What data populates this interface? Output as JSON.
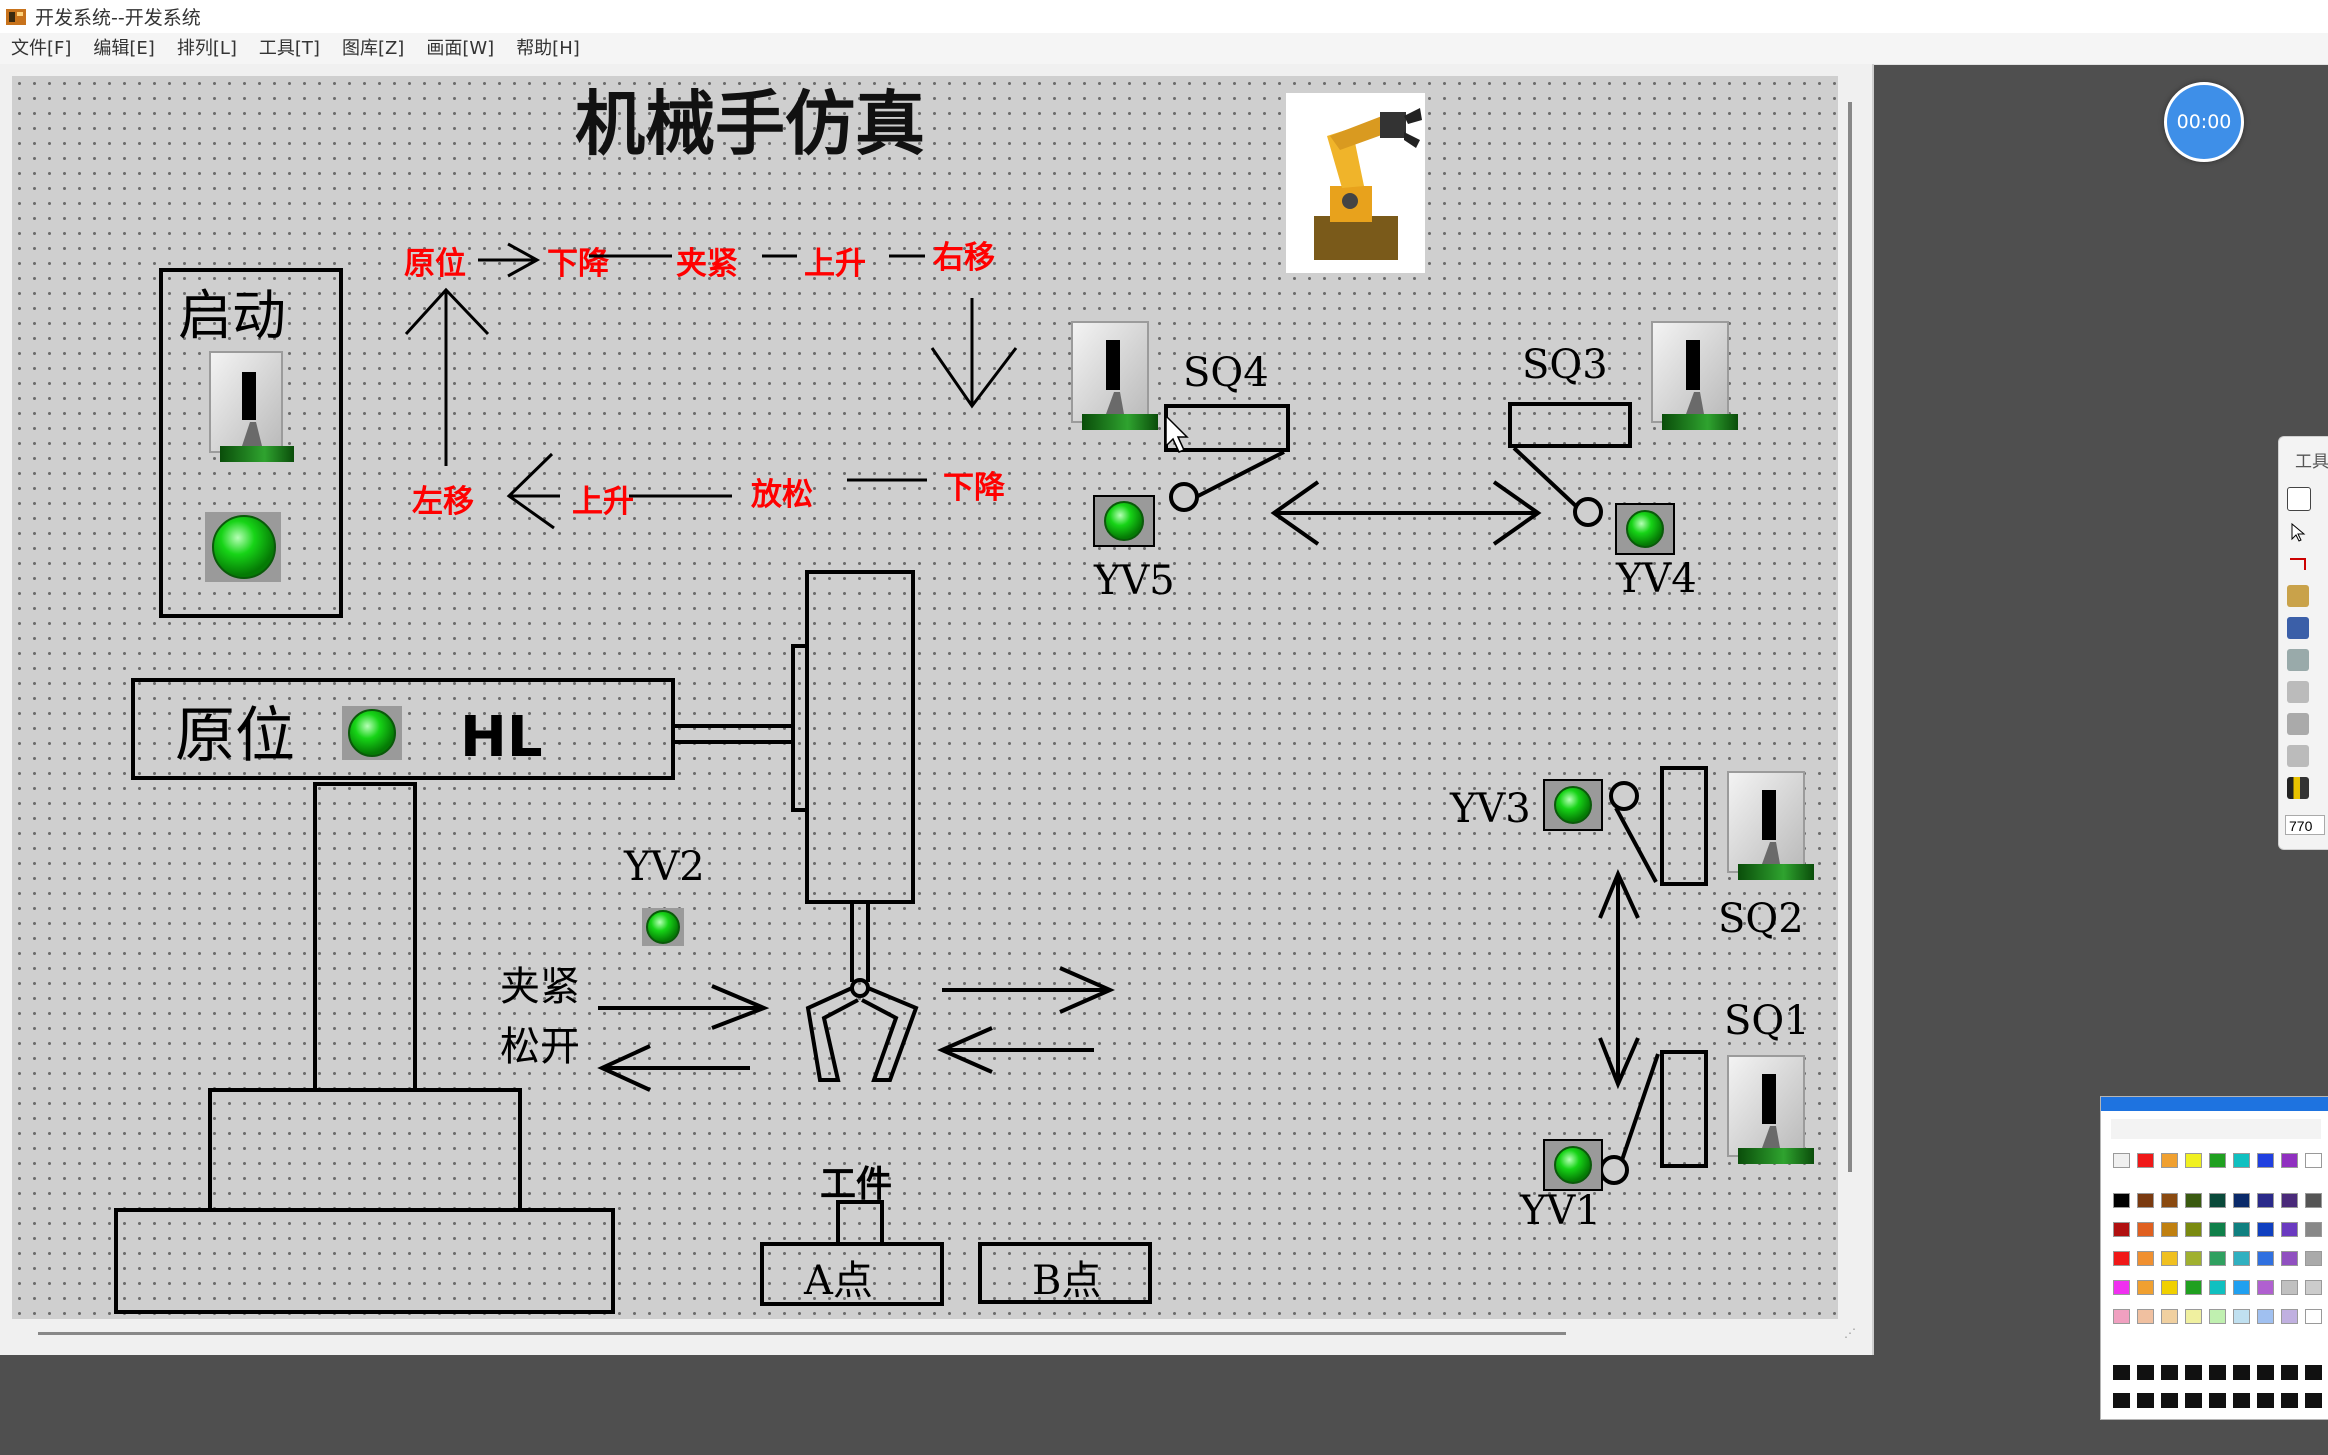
{
  "app": {
    "title": "开发系统--开发系统"
  },
  "menu": [
    "文件[F]",
    "编辑[E]",
    "排列[L]",
    "工具[T]",
    "图库[Z]",
    "画面[W]",
    "帮助[H]"
  ],
  "timer": "00:00",
  "scene": {
    "title": "机械手仿真",
    "start_label": "启动",
    "flow_top": [
      "原位",
      "下降",
      "夹紧",
      "上升",
      "右移"
    ],
    "flow_bottom": [
      "左移",
      "上升",
      "放松",
      "下降"
    ],
    "home_label": "原位",
    "home_lamp": "HL",
    "clamp_label": "夹紧",
    "release_label": "松开",
    "workpiece_label": "工件",
    "point_a": "A点",
    "point_b": "B点",
    "sensors": {
      "sq1": "SQ1",
      "sq2": "SQ2",
      "sq3": "SQ3",
      "sq4": "SQ4"
    },
    "valves": {
      "yv1": "YV1",
      "yv2": "YV2",
      "yv3": "YV3",
      "yv4": "YV4",
      "yv5": "YV5"
    },
    "label_color": "#ff0000",
    "lamp_color": "#00cc00"
  },
  "tool_palette": {
    "title": "工具",
    "value": "770"
  }
}
